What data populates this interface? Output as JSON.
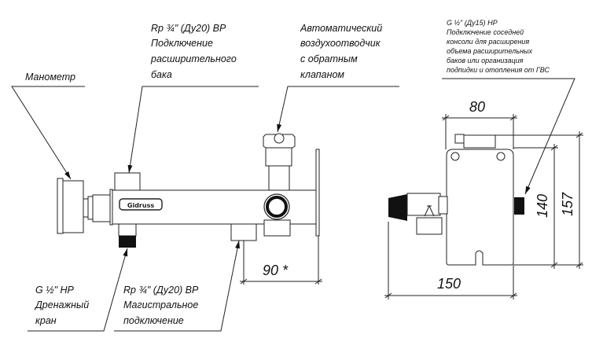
{
  "labels": {
    "manometer": "Манометр",
    "expansion": [
      "Rp ¾\" (Ду20) ВР",
      "Подключение",
      "расширительного",
      "бака"
    ],
    "air_vent": [
      "Автоматический",
      "воздухоотводчик",
      "с обратным",
      "клапаном"
    ],
    "drain": [
      "G ½\" НР",
      "Дренажный",
      "кран"
    ],
    "main": [
      "Rp ¾\" (Ду20) ВР",
      "Магистральное",
      "подключение"
    ],
    "neighbor": [
      "G ½\" (Ду15) НР",
      "Подключение соседней",
      "консоли для расширения",
      "объема расширительных",
      "баков или организация",
      "подпидки и отопления от ГВС"
    ]
  },
  "dimensions": {
    "length": "90 *",
    "width_top": "80",
    "depth": "150",
    "height_plate": "140",
    "height_total": "157"
  },
  "logo_text": "Gidruss",
  "colors": {
    "line": "#222222",
    "background": "#ffffff"
  }
}
